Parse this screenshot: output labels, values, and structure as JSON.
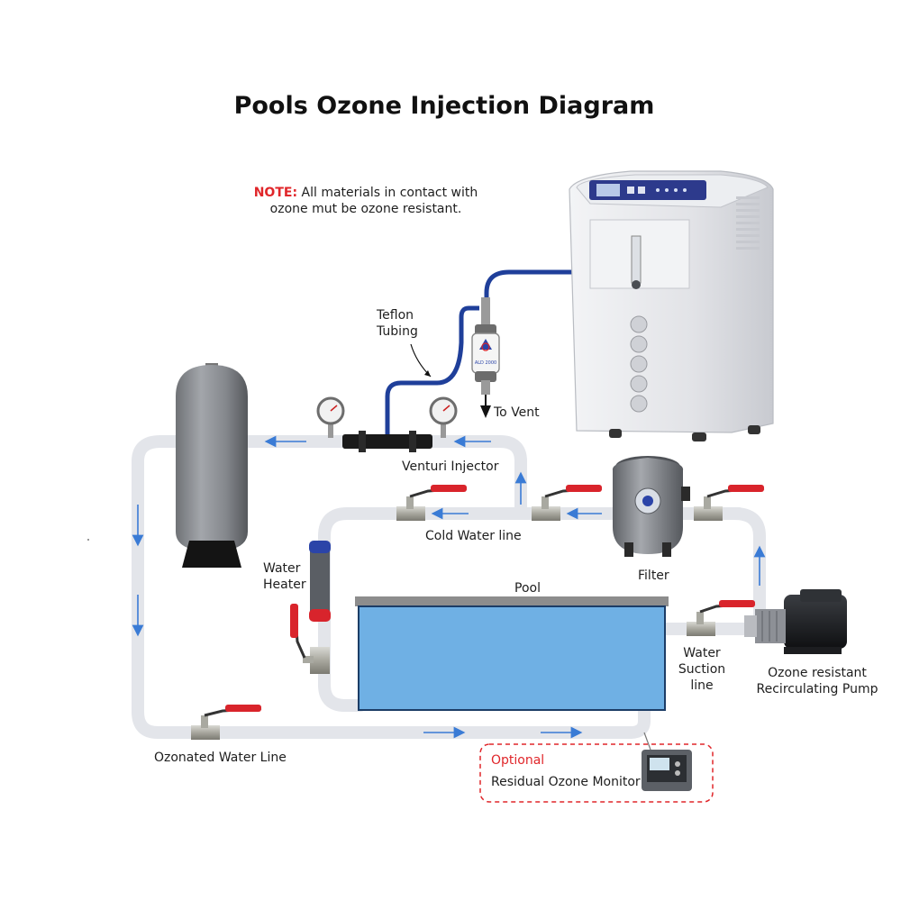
{
  "title": "Pools Ozone Injection Diagram",
  "note": {
    "prefix": "NOTE:",
    "line1": "All materials in contact with",
    "line2": "ozone mut be ozone resistant."
  },
  "labels": {
    "teflon_tubing_1": "Teflon",
    "teflon_tubing_2": "Tubing",
    "to_vent": "To Vent",
    "venturi_injector": "Venturi Injector",
    "cold_water_line": "Cold Water line",
    "filter": "Filter",
    "water_heater_1": "Water",
    "water_heater_2": "Heater",
    "pool": "Pool",
    "water_suction_1": "Water",
    "water_suction_2": "Suction",
    "water_suction_3": "line",
    "pump_1": "Ozone resistant",
    "pump_2": "Recirculating Pump",
    "ozonated_water_line": "Ozonated Water Line",
    "optional": "Optional",
    "residual_ozone_monitor": "Residual Ozone Monitor"
  },
  "device_text": {
    "filter_housing": "ALD 2000"
  },
  "colors": {
    "pipe": "#e3e5ea",
    "flow_arrow": "#3a7bd5",
    "pool_water": "#6fb0e4",
    "pool_rim": "#8d8d8d",
    "tubing": "#1f3f9a",
    "valve_handle": "#d9242b",
    "note_red": "#e0262a",
    "generator_body": "#e6e7eb",
    "generator_panel": "#2d3a8c"
  }
}
